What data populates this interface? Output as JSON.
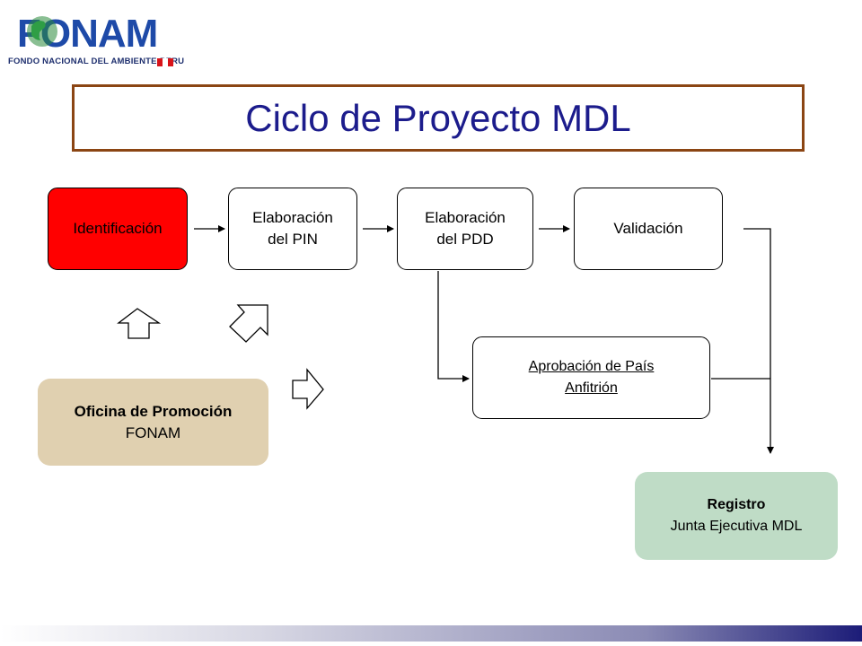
{
  "logo": {
    "word": "FONAM",
    "subtitle": "FONDO NACIONAL DEL AMBIENTE-PERU"
  },
  "title": "Ciclo de Proyecto MDL",
  "nodes": {
    "identificacion": {
      "line1": "Identificación"
    },
    "pin": {
      "line1": "Elaboración",
      "line2": "del PIN"
    },
    "pdd": {
      "line1": "Elaboración",
      "line2": "del PDD"
    },
    "validacion": {
      "line1": "Validación"
    },
    "aprobacion": {
      "line1": "Aprobación de País",
      "line2": "Anfitrión"
    },
    "oficina": {
      "line1": "Oficina de Promoción",
      "line2": "FONAM"
    },
    "registro": {
      "line1": "Registro",
      "line2": "Junta Ejecutiva MDL"
    }
  },
  "colors": {
    "identificacion_fill": "#ff0000",
    "oficina_fill": "#e0d0b0",
    "registro_fill": "#bfdcc6",
    "title_border": "#8b4513",
    "title_text": "#1c1c8c",
    "logo_blue": "#1e4aa8",
    "footer_dark": "#1c1c78"
  }
}
